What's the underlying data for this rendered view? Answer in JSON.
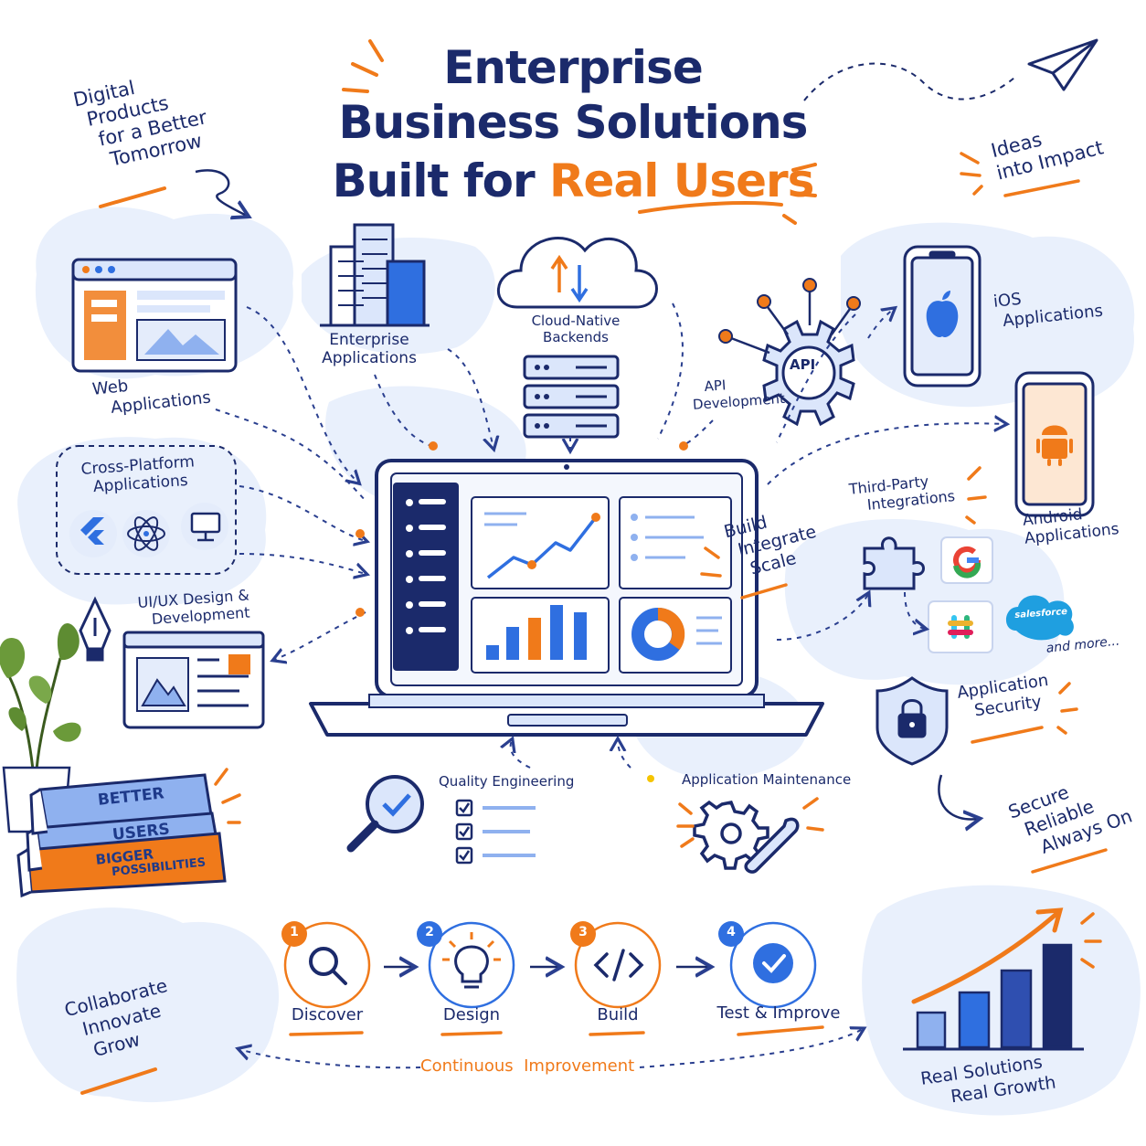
{
  "title": {
    "line1": "Enterprise",
    "line2": "Business Solutions",
    "line3_prefix": "Built for",
    "line3_highlight": "Real Users"
  },
  "taglines": {
    "top_left": [
      "Digital",
      "Products",
      "for a Better",
      "Tomorrow"
    ],
    "top_right": [
      "Ideas",
      "into Impact"
    ],
    "bottom_left": [
      "Collaborate",
      "Innovate",
      "Grow"
    ],
    "right_middle": [
      "Secure",
      "Reliable",
      "Always On"
    ],
    "bottom_right": [
      "Real Solutions",
      "Real Growth"
    ],
    "center": [
      "Build",
      "Integrate",
      "Scale"
    ]
  },
  "services": {
    "web": [
      "Web",
      "Applications"
    ],
    "enterprise": [
      "Enterprise",
      "Applications"
    ],
    "cloud": [
      "Cloud-Native",
      "Backends"
    ],
    "api": [
      "API",
      "Development"
    ],
    "api_badge": "API",
    "ios": [
      "iOS",
      "Applications"
    ],
    "android": [
      "Android",
      "Applications"
    ],
    "cross_platform": [
      "Cross-Platform",
      "Applications"
    ],
    "third_party": [
      "Third-Party",
      "Integrations"
    ],
    "uiux": [
      "UI/UX Design &",
      "Development"
    ],
    "security": [
      "Application",
      "Security"
    ],
    "quality": "Quality Engineering",
    "maintenance": "Application Maintenance"
  },
  "integrations": {
    "salesforce": "salesforce",
    "more": "and more..."
  },
  "books": [
    "BETTER",
    "USERS",
    "BIGGER",
    "POSSIBILITIES"
  ],
  "process": {
    "steps": [
      {
        "num": "1",
        "label": "Discover",
        "icon": "magnifier-icon",
        "color": "#f07a1a"
      },
      {
        "num": "2",
        "label": "Design",
        "icon": "lightbulb-icon",
        "color": "#2f6fe0"
      },
      {
        "num": "3",
        "label": "Build",
        "icon": "code-icon",
        "color": "#f07a1a"
      },
      {
        "num": "4",
        "label": "Test & Improve",
        "icon": "check-icon",
        "color": "#2f6fe0"
      }
    ],
    "loop_label": "Continuous  Improvement"
  },
  "colors": {
    "navy": "#1b2a6b",
    "blue": "#2f6fe0",
    "orange": "#f07a1a",
    "light_blue": "#e6eefb"
  }
}
